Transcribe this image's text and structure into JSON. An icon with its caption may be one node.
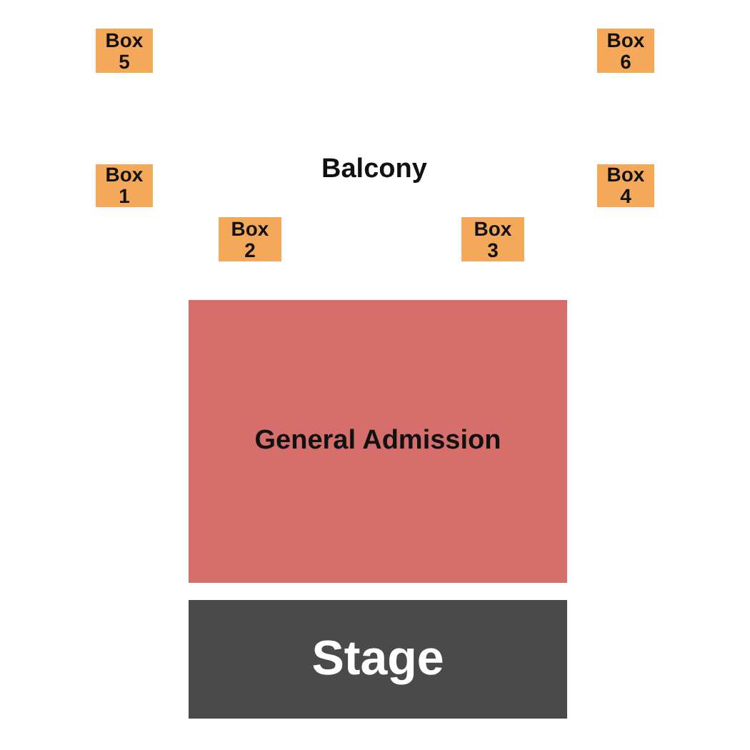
{
  "diagram": {
    "nodes": [
      {
        "text": [
          "Box 5"
        ]
      },
      {
        "text": [
          "Box 6"
        ]
      },
      {
        "text": [
          "Box 1"
        ]
      },
      {
        "text": [
          "Box 4"
        ]
      },
      {
        "text": [
          "Box 2"
        ]
      },
      {
        "text": [
          "Box 3"
        ]
      },
      {
        "text": [
          "General Admission"
        ]
      },
      {
        "text": [
          "Stage"
        ]
      }
    ],
    "edges": [],
    "labels": [
      "Balcony"
    ]
  }
}
